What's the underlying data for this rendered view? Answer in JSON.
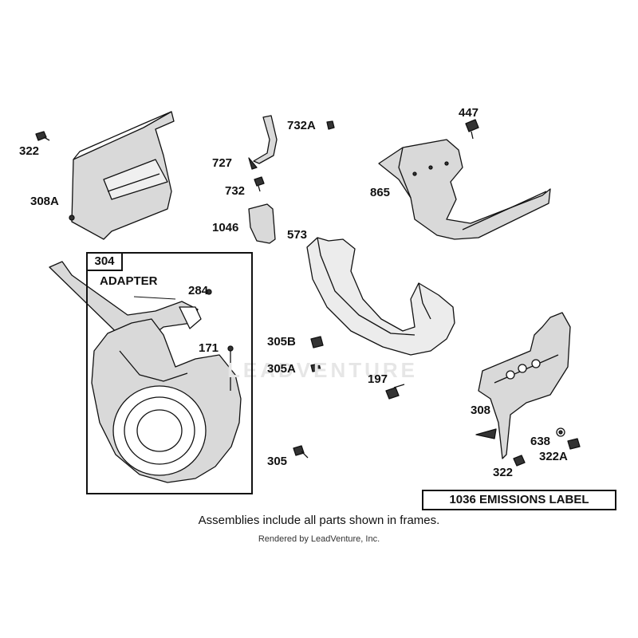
{
  "diagram": {
    "callouts": {
      "c322_top": "322",
      "c308A": "308A",
      "c732A": "732A",
      "c727": "727",
      "c732": "732",
      "c1046": "1046",
      "c447": "447",
      "c865": "865",
      "c573": "573",
      "c284": "284",
      "c171": "171",
      "c305B": "305B",
      "c305A": "305A",
      "c197": "197",
      "c305": "305",
      "c308": "308",
      "c638": "638",
      "c322A": "322A",
      "c322_bottom": "322"
    },
    "frame_label": "304",
    "adapter_label": "ADAPTER",
    "emissions_label": "1036 EMISSIONS LABEL",
    "note": "Assemblies include all parts shown in frames.",
    "credit": "Rendered by LeadVenture, Inc.",
    "watermark": "LEADVENTURE"
  },
  "colors": {
    "ink": "#111111",
    "part_fill": "#d9d9d9",
    "part_fill_light": "#ececec",
    "watermark": "#e6e6e6"
  }
}
